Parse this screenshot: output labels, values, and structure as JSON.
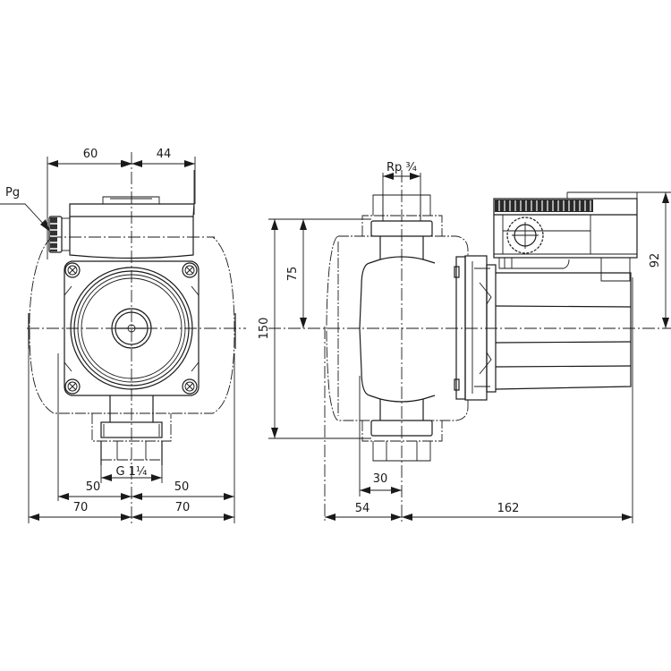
{
  "drawing": {
    "title": "Circulation pump dimension drawing",
    "line_color": "#1a1a1a",
    "background": "#ffffff"
  },
  "front_view": {
    "labels": {
      "pg": "Pg",
      "thread": "G 1¼"
    },
    "dimensions": {
      "top_left": "60",
      "top_right": "44",
      "flange_left": "50",
      "flange_right": "50",
      "overall_left": "70",
      "overall_right": "70"
    }
  },
  "side_view": {
    "labels": {
      "vent_thread": "Rp ¾"
    },
    "dimensions": {
      "total_height": "150",
      "half_height": "75",
      "module_height": "92",
      "inlet_offset": "30",
      "front_depth": "54",
      "motor_length": "162"
    }
  }
}
